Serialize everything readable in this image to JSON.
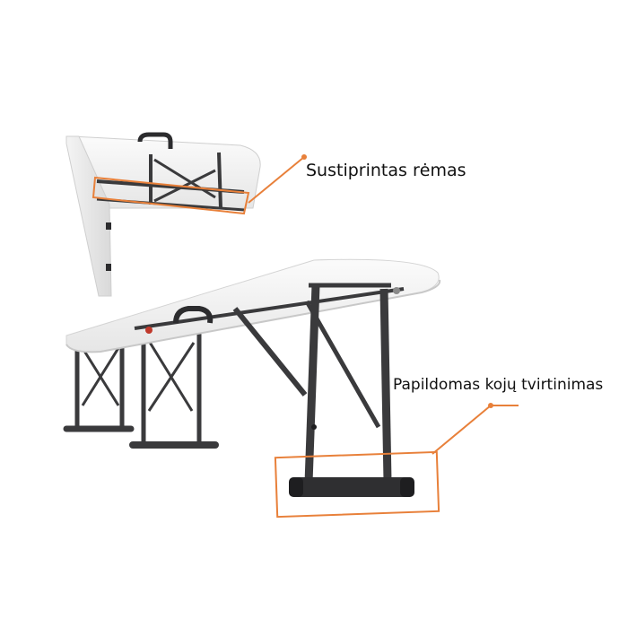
{
  "image": {
    "description_role": "product photo of folding bench with callouts",
    "accent_color": "#e8803a",
    "frame_color": "#3a3a3c",
    "top_color": "#f2f2f2"
  },
  "callouts": {
    "frame": {
      "label": "Sustiprintas rėmas"
    },
    "legs": {
      "label": "Papildomas kojų tvirtinimas"
    }
  }
}
